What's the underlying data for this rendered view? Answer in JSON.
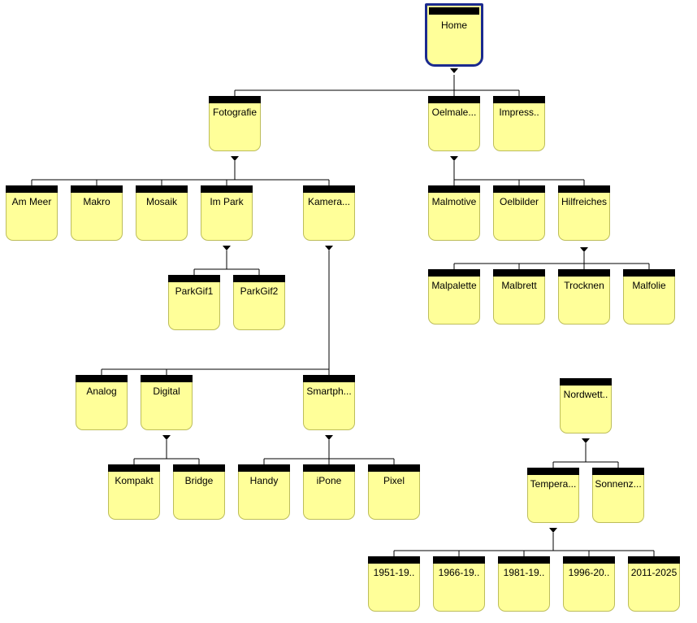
{
  "nodes": {
    "home": "Home",
    "fotografie": "Fotografie",
    "oelmalerei": "Oelmale...",
    "impress": "Impress..",
    "am_meer": "Am Meer",
    "makro": "Makro",
    "mosaik": "Mosaik",
    "im_park": "Im Park",
    "kamera": "Kamera...",
    "malmotive": "Malmotive",
    "oelbilder": "Oelbilder",
    "hilfreiches": "Hilfreiches",
    "parkgif1": "ParkGif1",
    "parkgif2": "ParkGif2",
    "malpalette": "Malpalette",
    "malbrett": "Malbrett",
    "trocknen": "Trocknen",
    "malfolie": "Malfolie",
    "analog": "Analog",
    "digital": "Digital",
    "smartphone": "Smartph...",
    "nordwetter": "Nordwett..",
    "kompakt": "Kompakt",
    "bridge": "Bridge",
    "handy": "Handy",
    "iphone": "iPone",
    "pixel": "Pixel",
    "temperatur": "Tempera...",
    "sonnenzeit": "Sonnenz...",
    "y1951": "1951-19..",
    "y1966": "1966-19..",
    "y1981": "1981-19..",
    "y1996": "1996-20..",
    "y2011": "2011-2025"
  },
  "colors": {
    "node_fill": "#ffff99",
    "header_bar": "#000000",
    "selected_border": "#1b2a8f"
  }
}
